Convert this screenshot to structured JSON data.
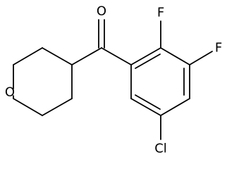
{
  "molecule": {
    "atoms": {
      "carbonyl_oxygen": "O",
      "ring_oxygen": "O",
      "fluorine_ortho": "F",
      "fluorine_meta": "F",
      "chlorine": "Cl"
    }
  }
}
